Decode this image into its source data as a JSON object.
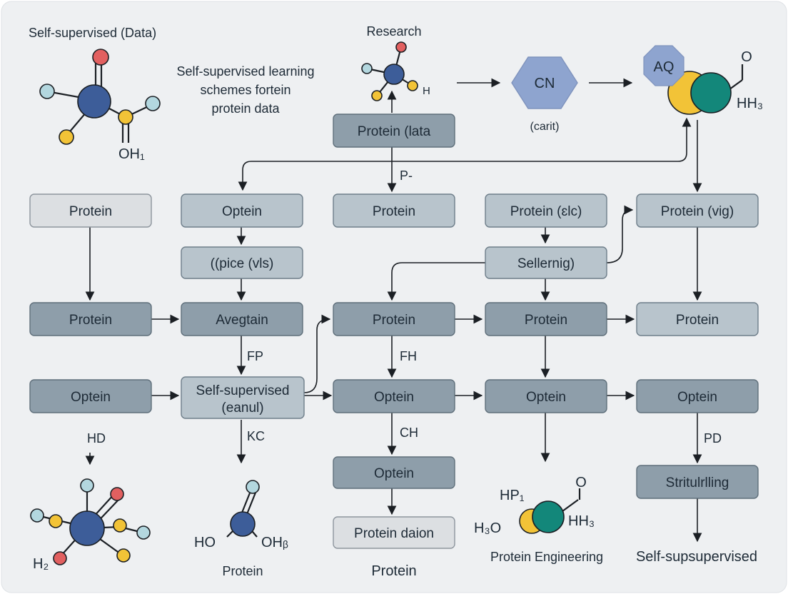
{
  "colors": {
    "atom_blue": "#3d5d99",
    "atom_red": "#e26060",
    "atom_yellow": "#f2c337",
    "atom_lightblue": "#b3d7df",
    "atom_teal": "#13877a",
    "hexagon": "#8ea4cf",
    "box_light": "#dcdfe2",
    "box_mid": "#b8c4cc",
    "box_dark": "#8e9eaa"
  },
  "labels": {
    "title_left": "Self-supervised (Data)",
    "title_left_subscript": "OH₁",
    "research": "Research",
    "research_h": "H",
    "scheme_line1": "Self-supervised learning",
    "scheme_line2": "schemes fortein",
    "scheme_line3": "protein data",
    "cn": "CN",
    "carit": "(carit)",
    "aq": "AQ",
    "aq_o": "O",
    "hh3_top": "HH₃",
    "p_dash": "P-",
    "fp": "FP",
    "fh": "FH",
    "hd": "HD",
    "kc": "KC",
    "ch": "CH",
    "pd": "PD",
    "h2": "H₂",
    "ho": "HO",
    "oh_bottom": "OHᵦ",
    "protein_bottom_left": "Protein",
    "protein_bottom_center": "Protein",
    "hp1": "HP₁",
    "h3o": "H₃O",
    "hh3_bottom": "HH₃",
    "o_bottom": "O",
    "protein_engineering": "Protein Engineering",
    "self_supsupervised": "Self-supsupervised"
  },
  "nodes": {
    "protein_data": "Protein (lata",
    "r1_protein_a": "Protein",
    "r1_optein": "Optein",
    "r1_protein_b": "Protein",
    "r1_protein_elc": "Protein (ɛlc)",
    "r1_protein_vig": "Protein (vig)",
    "pice_vls": "((pice (vls)",
    "sellernig": "Sellernig)",
    "r3_protein_a": "Protein",
    "r3_avegtain": "Avegtain",
    "r3_protein_b": "Protein",
    "r3_protein_c": "Protein",
    "r3_protein_d": "Protein",
    "r4_optein_a": "Optein",
    "r4_self_line1": "Self-supervised",
    "r4_self_line2": "(eanul)",
    "r4_optein_b": "Optein",
    "r4_optein_c": "Optein",
    "r4_optein_d": "Optein",
    "r5_optein": "Optein",
    "stritulrlling": "Stritulrlling",
    "protein_daion": "Protein daion"
  }
}
